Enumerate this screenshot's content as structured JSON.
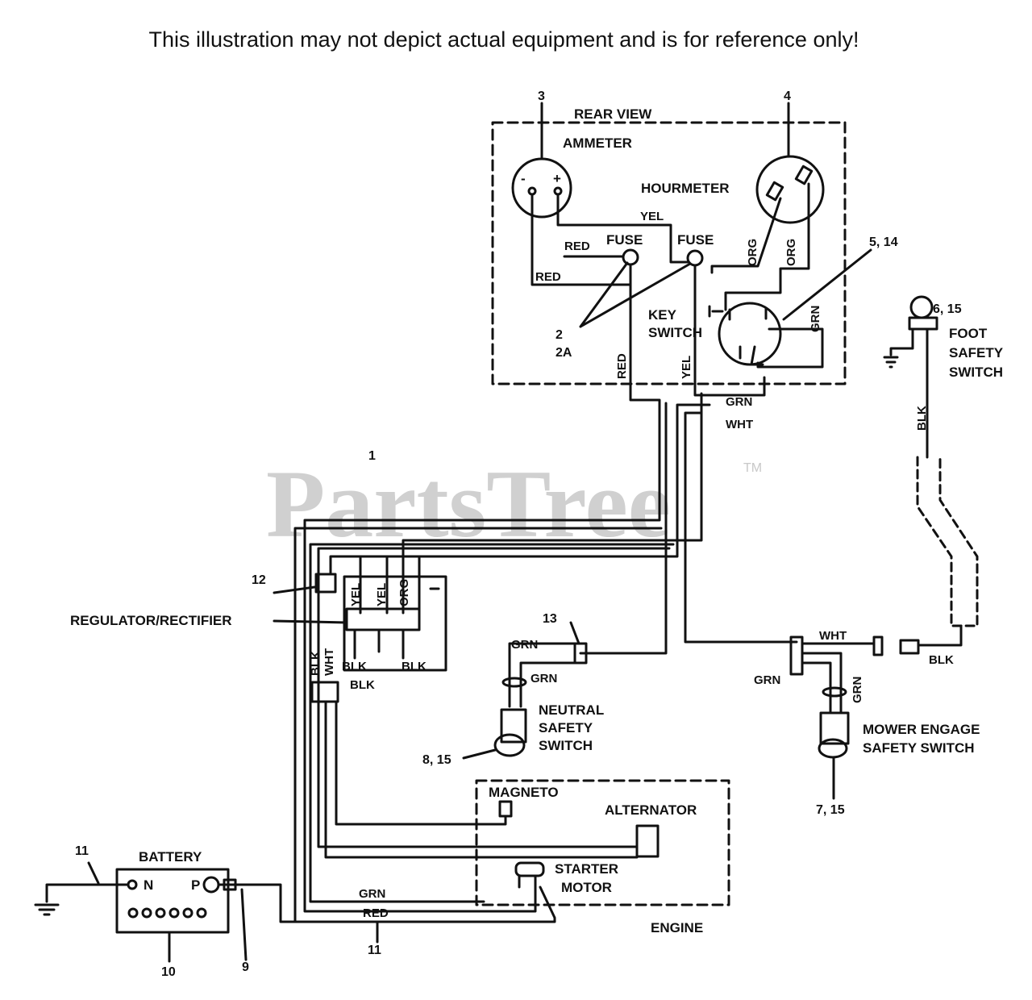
{
  "header": {
    "disclaimer": "This illustration may not depict actual equipment and is for reference only!"
  },
  "watermark": {
    "brand": "PartsTree",
    "trademark": "TM"
  },
  "components": {
    "rear_view": "REAR VIEW",
    "ammeter": "AMMETER",
    "hourmeter": "HOURMETER",
    "fuse_left": "FUSE",
    "fuse_right": "FUSE",
    "key_switch_1": "KEY",
    "key_switch_2": "SWITCH",
    "foot_1": "FOOT",
    "foot_2": "SAFETY",
    "foot_3": "SWITCH",
    "regulator": "REGULATOR/RECTIFIER",
    "neutral_1": "NEUTRAL",
    "neutral_2": "SAFETY",
    "neutral_3": "SWITCH",
    "mower_1": "MOWER ENGAGE",
    "mower_2": "SAFETY SWITCH",
    "magneto": "MAGNETO",
    "alternator": "ALTERNATOR",
    "starter_1": "STARTER",
    "starter_2": "MOTOR",
    "engine": "ENGINE",
    "battery": "BATTERY",
    "battery_n": "N",
    "battery_p": "P",
    "ammeter_minus": "-",
    "ammeter_plus": "+"
  },
  "wire_labels": {
    "yel_top": "YEL",
    "red_ammeter": "RED",
    "red_left": "RED",
    "org_1": "ORG",
    "org_2": "ORG",
    "grn_key": "GRN",
    "red_vertical": "RED",
    "yel_vertical": "YEL",
    "grn_mid": "GRN",
    "wht_mid": "WHT",
    "blk_foot": "BLK",
    "reg_yel_1": "YEL",
    "reg_yel_2": "YEL",
    "reg_org": "ORG",
    "reg_blk_1": "BLK",
    "reg_wht": "WHT",
    "reg_blk_2": "BLK",
    "reg_blk_3": "BLK",
    "reg_blk_4": "BLK",
    "grn_neutral_1": "GRN",
    "grn_neutral_2": "GRN",
    "wht_right": "WHT",
    "blk_right": "BLK",
    "grn_right": "GRN",
    "grn_mower": "GRN",
    "grn_bottom": "GRN",
    "red_bottom": "RED"
  },
  "callouts": {
    "c3": "3",
    "c4": "4",
    "c5_14": "5, 14",
    "c2": "2",
    "c2a": "2A",
    "c6_15": "6, 15",
    "c1": "1",
    "c12": "12",
    "c13": "13",
    "c8_15": "8, 15",
    "c7_15": "7, 15",
    "c11_left": "11",
    "c11_bottom": "11",
    "c10": "10",
    "c9": "9"
  },
  "colors": {
    "ink": "#111111",
    "watermark": "#d0d0d0",
    "background": "#ffffff"
  }
}
